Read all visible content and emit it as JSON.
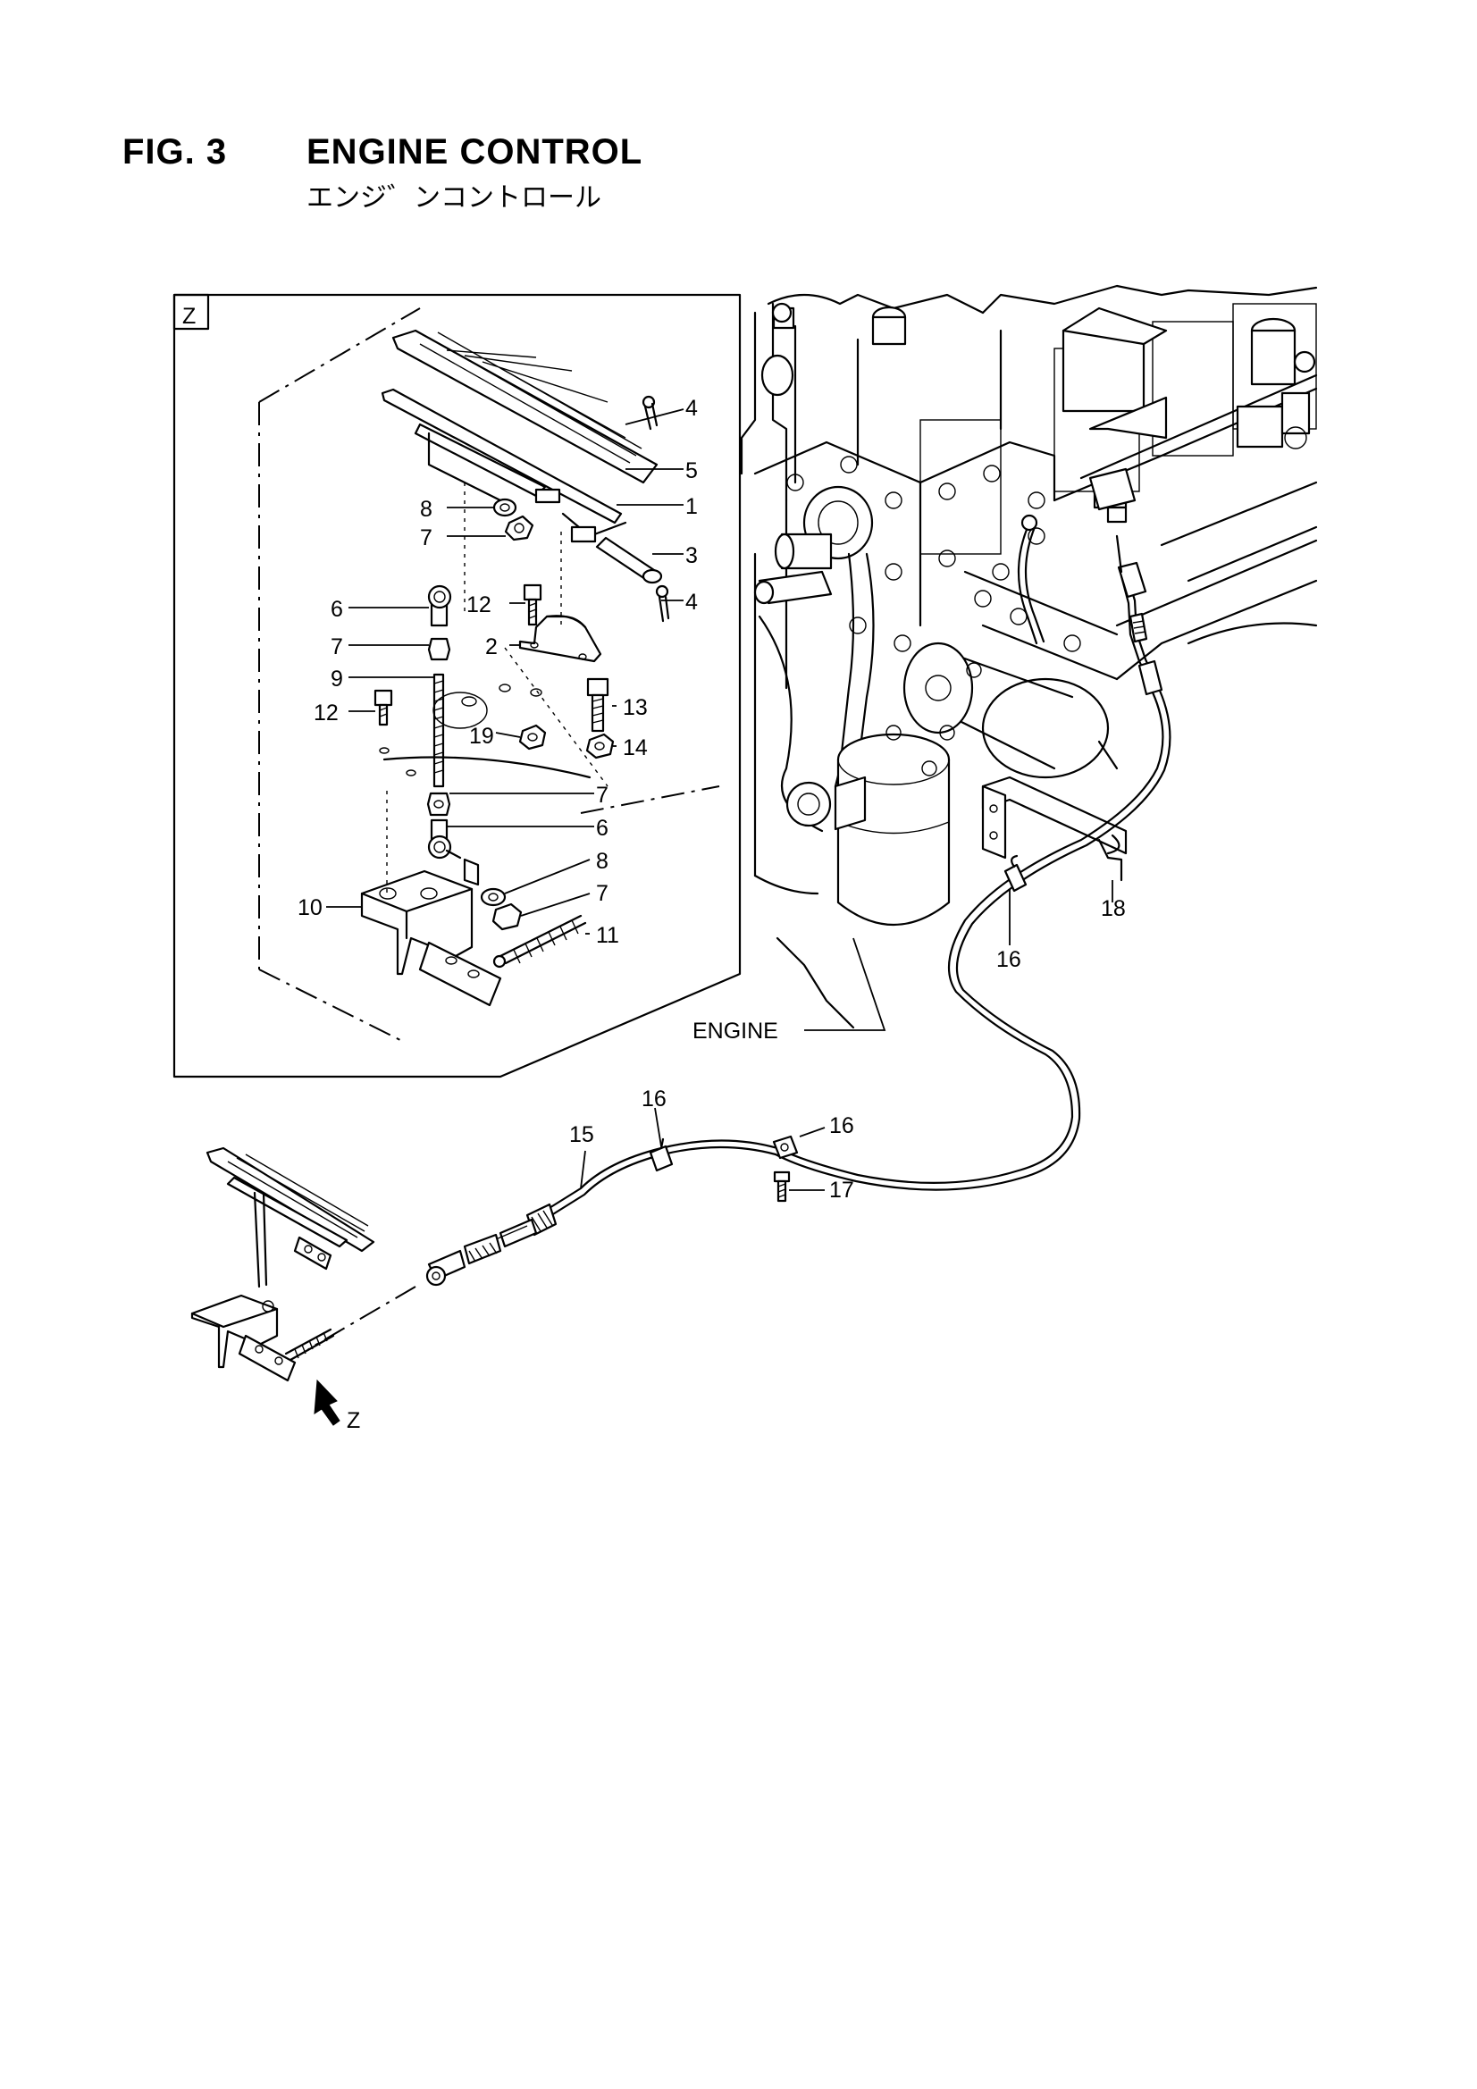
{
  "figure": {
    "number": "FIG. 3",
    "title": "ENGINE CONTROL",
    "subtitle": "エンジ゛ンコントロール"
  },
  "detail_view": {
    "label": "Z"
  },
  "view_arrow": {
    "label": "Z"
  },
  "engine_label": "ENGINE",
  "callouts": [
    {
      "id": "c4a",
      "text": "4"
    },
    {
      "id": "c5",
      "text": "5"
    },
    {
      "id": "c1",
      "text": "1"
    },
    {
      "id": "c3",
      "text": "3"
    },
    {
      "id": "c4b",
      "text": "4"
    },
    {
      "id": "c8a",
      "text": "8"
    },
    {
      "id": "c7a",
      "text": "7"
    },
    {
      "id": "c6a",
      "text": "6"
    },
    {
      "id": "c12a",
      "text": "12"
    },
    {
      "id": "c2",
      "text": "2"
    },
    {
      "id": "c7b",
      "text": "7"
    },
    {
      "id": "c9",
      "text": "9"
    },
    {
      "id": "c13",
      "text": "13"
    },
    {
      "id": "c12b",
      "text": "12"
    },
    {
      "id": "c19",
      "text": "19"
    },
    {
      "id": "c14",
      "text": "14"
    },
    {
      "id": "c7c",
      "text": "7"
    },
    {
      "id": "c6b",
      "text": "6"
    },
    {
      "id": "c8b",
      "text": "8"
    },
    {
      "id": "c7d",
      "text": "7"
    },
    {
      "id": "c10",
      "text": "10"
    },
    {
      "id": "c11",
      "text": "11"
    },
    {
      "id": "c18",
      "text": "18"
    },
    {
      "id": "c16a",
      "text": "16"
    },
    {
      "id": "c16b",
      "text": "16"
    },
    {
      "id": "c15",
      "text": "15"
    },
    {
      "id": "c16c",
      "text": "16"
    },
    {
      "id": "c17",
      "text": "17"
    }
  ]
}
